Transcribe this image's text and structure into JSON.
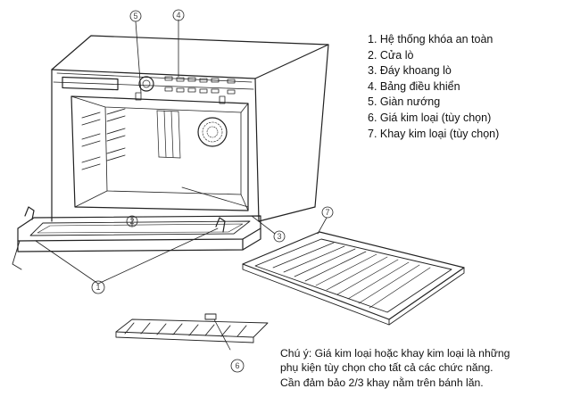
{
  "legend": [
    {
      "text": "1. Hệ thống khóa an toàn"
    },
    {
      "text": "2. Cửa lò"
    },
    {
      "text": "3. Đáy khoang lò"
    },
    {
      "text": "4. Bảng điều khiển"
    },
    {
      "text": "5. Giàn nướng"
    },
    {
      "text": "6. Giá kim loại (tùy chọn)"
    },
    {
      "text": "7. Khay kim loại (tùy chọn)"
    }
  ],
  "callouts": [
    "1",
    "2",
    "3",
    "4",
    "5",
    "6",
    "7"
  ],
  "note": [
    "Chú ý: Giá kim loại hoặc khay kim loại là những",
    "phụ kiện tùy chọn cho tất cả các chức năng.",
    "Cần đảm bảo 2/3 khay nằm trên bánh lăn."
  ]
}
